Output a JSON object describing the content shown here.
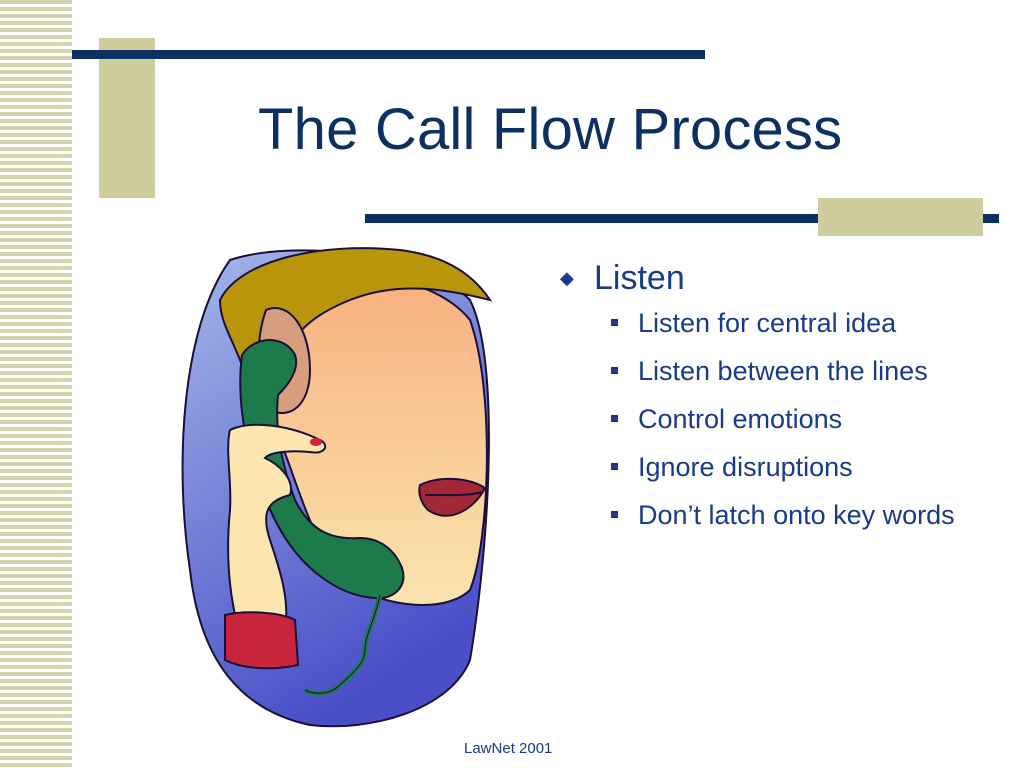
{
  "slide": {
    "title": "The Call Flow Process",
    "footer": "LawNet 2001"
  },
  "bullets": {
    "heading": "Listen",
    "items": [
      "Listen for central idea",
      "Listen between the lines",
      "Control emotions",
      "Ignore disruptions",
      "Don’t latch onto key words"
    ]
  },
  "colors": {
    "title": "#0c3062",
    "text": "#173b8a",
    "bar": "#0c3062",
    "accent_block": "#cfcd9e"
  },
  "icons": {
    "level1_bullet": "diamond-icon",
    "level2_bullet": "square-bullet-icon",
    "illustration": "person-on-phone-clipart"
  }
}
